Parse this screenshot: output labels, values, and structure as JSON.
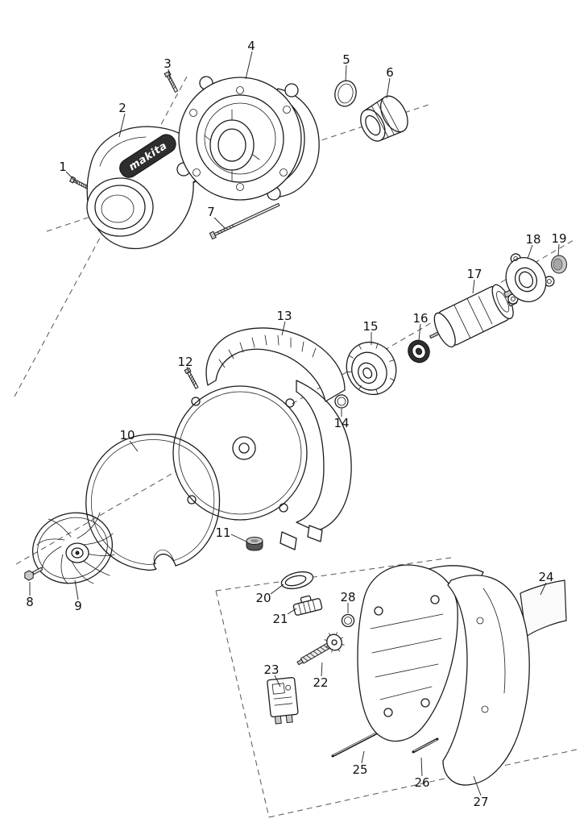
{
  "diagram": {
    "kind": "exploded-parts-diagram",
    "brand_label": "makita",
    "colors": {
      "ink": "#1c1c1c",
      "background": "#ffffff"
    },
    "parts": [
      {
        "number": "1"
      },
      {
        "number": "2"
      },
      {
        "number": "3"
      },
      {
        "number": "4"
      },
      {
        "number": "5"
      },
      {
        "number": "6"
      },
      {
        "number": "7"
      },
      {
        "number": "8"
      },
      {
        "number": "9"
      },
      {
        "number": "10"
      },
      {
        "number": "11"
      },
      {
        "number": "12"
      },
      {
        "number": "13"
      },
      {
        "number": "14"
      },
      {
        "number": "15"
      },
      {
        "number": "16"
      },
      {
        "number": "17"
      },
      {
        "number": "18"
      },
      {
        "number": "19"
      },
      {
        "number": "20"
      },
      {
        "number": "21"
      },
      {
        "number": "22"
      },
      {
        "number": "23"
      },
      {
        "number": "24"
      },
      {
        "number": "25"
      },
      {
        "number": "26"
      },
      {
        "number": "27"
      },
      {
        "number": "28"
      }
    ]
  }
}
